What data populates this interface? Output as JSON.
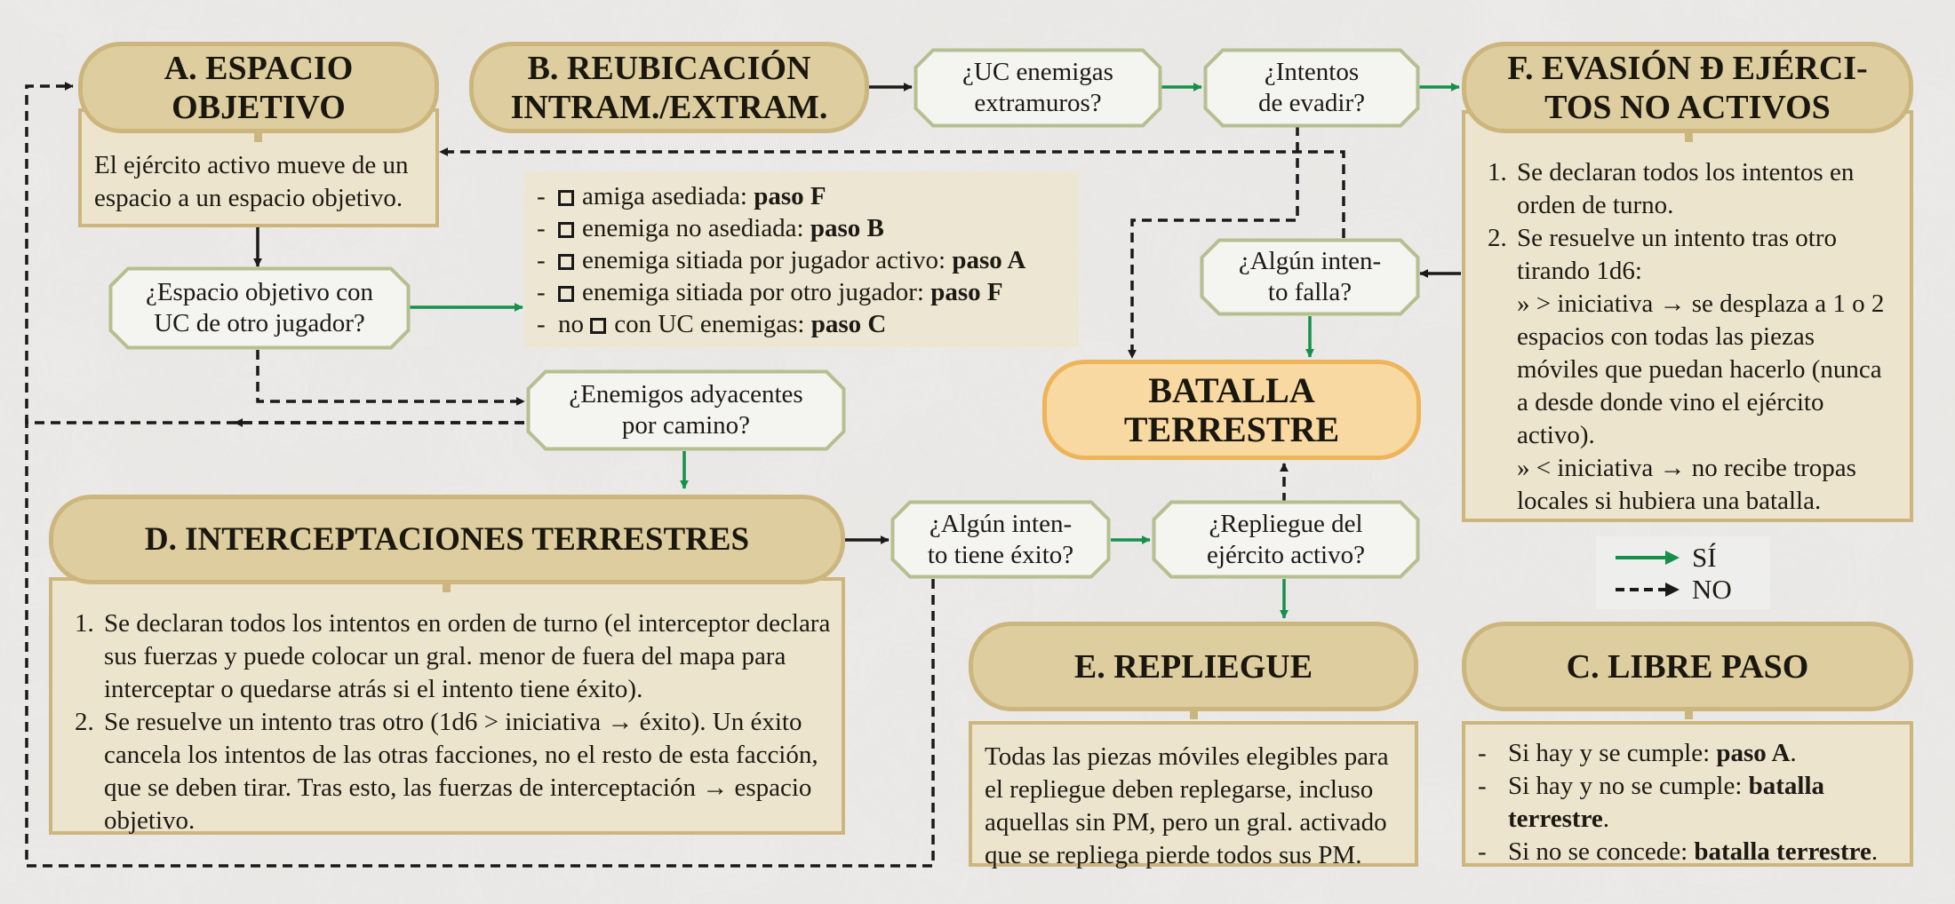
{
  "colors": {
    "header_fill": "#ddcd9f",
    "header_border": "#cdb67e",
    "panel_fill": "#ede4cd",
    "battle_fill": "#f8d9a1",
    "battle_border": "#eeb45a",
    "question_fill": "#f4f4f1",
    "question_border": "#b5bf90",
    "yes_arrow": "#15904a",
    "no_arrow": "#1a1a1a",
    "background": "#e7e6e3"
  },
  "steps": {
    "a": {
      "title": "A. ESPACIO\nOBJETIVO",
      "body": "El ejército activo mueve de un espacio a un espacio objetivo."
    },
    "b": {
      "title": "B. REUBICACIÓN\nINTRAM./EXTRAM.",
      "options": [
        {
          "dash": "-",
          "box": true,
          "text": "amiga asediada: ",
          "step": "paso F"
        },
        {
          "dash": "-",
          "box": true,
          "text": "enemiga no asediada: ",
          "step": "paso B"
        },
        {
          "dash": "-",
          "box": true,
          "text": "enemiga sitiada por jugador activo: ",
          "step": "paso A"
        },
        {
          "dash": "-",
          "box": true,
          "text": "enemiga sitiada por otro jugador: ",
          "step": "paso F"
        },
        {
          "dash": "-",
          "pre": "no ",
          "box": true,
          "text": "con UC enemigas: ",
          "step": "paso C"
        }
      ]
    },
    "c": {
      "title": "C. LIBRE PASO",
      "items": [
        {
          "text": "Si hay y se cumple: ",
          "bold": "paso A",
          "after": "."
        },
        {
          "text": "Si hay y no se cumple: ",
          "bold": "batalla terrestre",
          "after": "."
        },
        {
          "text": "Si no se concede: ",
          "bold": "batalla terrestre",
          "after": "."
        }
      ]
    },
    "d": {
      "title": "D. INTERCEPTACIONES TERRESTRES",
      "items": [
        "Se declaran todos los intentos en orden de turno (el interceptor declara sus fuerzas y puede colocar un gral. menor de fuera del mapa para interceptar o quedarse atrás si el intento tiene éxito).",
        "Se resuelve un intento tras otro (1d6 > iniciativa → éxito). Un éxito cancela los intentos de las otras facciones, no el resto de esta facción, que se deben tirar. Tras esto, las fuerzas de interceptación → espacio objetivo."
      ]
    },
    "e": {
      "title": "E. REPLIEGUE",
      "body": "Todas las piezas móviles elegibles para el repliegue deben replegarse, incluso aquellas sin PM, pero un gral. activado que se repliega pierde todos sus PM."
    },
    "f": {
      "title": "F. EVASIÓN Ð EJÉRCI-\nTOS NO ACTIVOS",
      "item1": "Se declaran todos los intentos en orden de turno.",
      "item2": "Se resuelve un intento tras otro tirando 1d6:",
      "sub1": "» > iniciativa → se desplaza a 1 o 2 espacios con todas las piezas móviles que puedan hacerlo (nunca a desde donde vino el ejército activo).",
      "sub2": "» < iniciativa → no recibe tropas locales si hubiera una batalla."
    },
    "battle": {
      "title": "BATALLA\nTERRESTRE"
    }
  },
  "questions": {
    "uc_extramuros": "¿UC enemigas\nextramuros?",
    "intentos_evadir": "¿Intentos\nde evadir?",
    "espacio_objetivo": "¿Espacio objetivo con\nUC de otro jugador?",
    "enemigos_adyacentes": "¿Enemigos adyacentes\npor camino?",
    "algun_falla": "¿Algún inten-\nto falla?",
    "algun_exito": "¿Algún inten-\nto tiene éxito?",
    "repliegue_activo": "¿Repliegue del\nejército activo?"
  },
  "legend": {
    "yes": "SÍ",
    "no": "NO"
  }
}
